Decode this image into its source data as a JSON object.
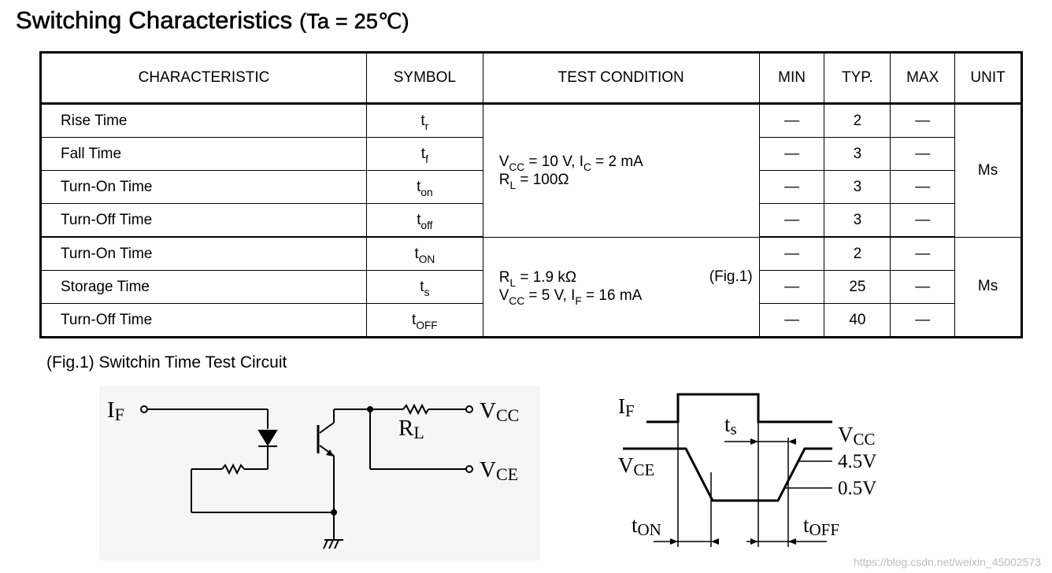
{
  "title": {
    "main": "Switching Characteristics",
    "condition": "(Ta = 25℃)"
  },
  "headers": {
    "characteristic": "CHARACTERISTIC",
    "symbol": "SYMBOL",
    "test_condition": "TEST CONDITION",
    "min": "MIN",
    "typ": "TYP.",
    "max": "MAX",
    "unit": "UNIT"
  },
  "dash": "—",
  "group1": {
    "cond_line1": {
      "v": "V",
      "v_sub": "CC",
      "mid": " = 10 V, I",
      "i_sub": "C",
      "end": " = 2 mA"
    },
    "cond_line2": {
      "r": "R",
      "r_sub": "L",
      "end": " = 100Ω"
    },
    "unit": "Ms",
    "rows": [
      {
        "name": "Rise Time",
        "sym": "t",
        "sym_sub": "r",
        "typ": "2"
      },
      {
        "name": "Fall Time",
        "sym": "t",
        "sym_sub": "f",
        "typ": "3"
      },
      {
        "name": "Turn-On Time",
        "sym": "t",
        "sym_sub": "on",
        "typ": "3"
      },
      {
        "name": "Turn-Off Time",
        "sym": "t",
        "sym_sub": "off",
        "typ": "3"
      }
    ]
  },
  "group2": {
    "cond_line1": {
      "r": "R",
      "r_sub": "L",
      "end": " = 1.9 kΩ"
    },
    "cond_line2": {
      "v": "V",
      "v_sub": "CC",
      "mid": " = 5 V, I",
      "i_sub": "F",
      "end": " = 16 mA"
    },
    "fig_ref": "(Fig.1)",
    "unit": "Ms",
    "rows": [
      {
        "name": "Turn-On Time",
        "sym": "t",
        "sym_sub": "ON",
        "typ": "2"
      },
      {
        "name": "Storage Time",
        "sym": "t",
        "sym_sub": "s",
        "typ": "25"
      },
      {
        "name": "Turn-Off Time",
        "sym": "t",
        "sym_sub": "OFF",
        "typ": "40"
      }
    ]
  },
  "figure": {
    "caption": "(Fig.1) Switchin Time Test Circuit",
    "circuit": {
      "if": "I",
      "if_sub": "F",
      "vcc": "V",
      "vcc_sub": "CC",
      "vce": "V",
      "vce_sub": "CE",
      "rl": "R",
      "rl_sub": "L"
    },
    "waveform": {
      "if": "I",
      "if_sub": "F",
      "vcc": "V",
      "vcc_sub": "CC",
      "vce": "V",
      "vce_sub": "CE",
      "level_high": "4.5V",
      "level_low": "0.5V",
      "ts": "t",
      "ts_sub": "s",
      "ton": "t",
      "ton_sub": "ON",
      "toff": "t",
      "toff_sub": "OFF"
    }
  },
  "watermark": "https://blog.csdn.net/weixin_45002573"
}
